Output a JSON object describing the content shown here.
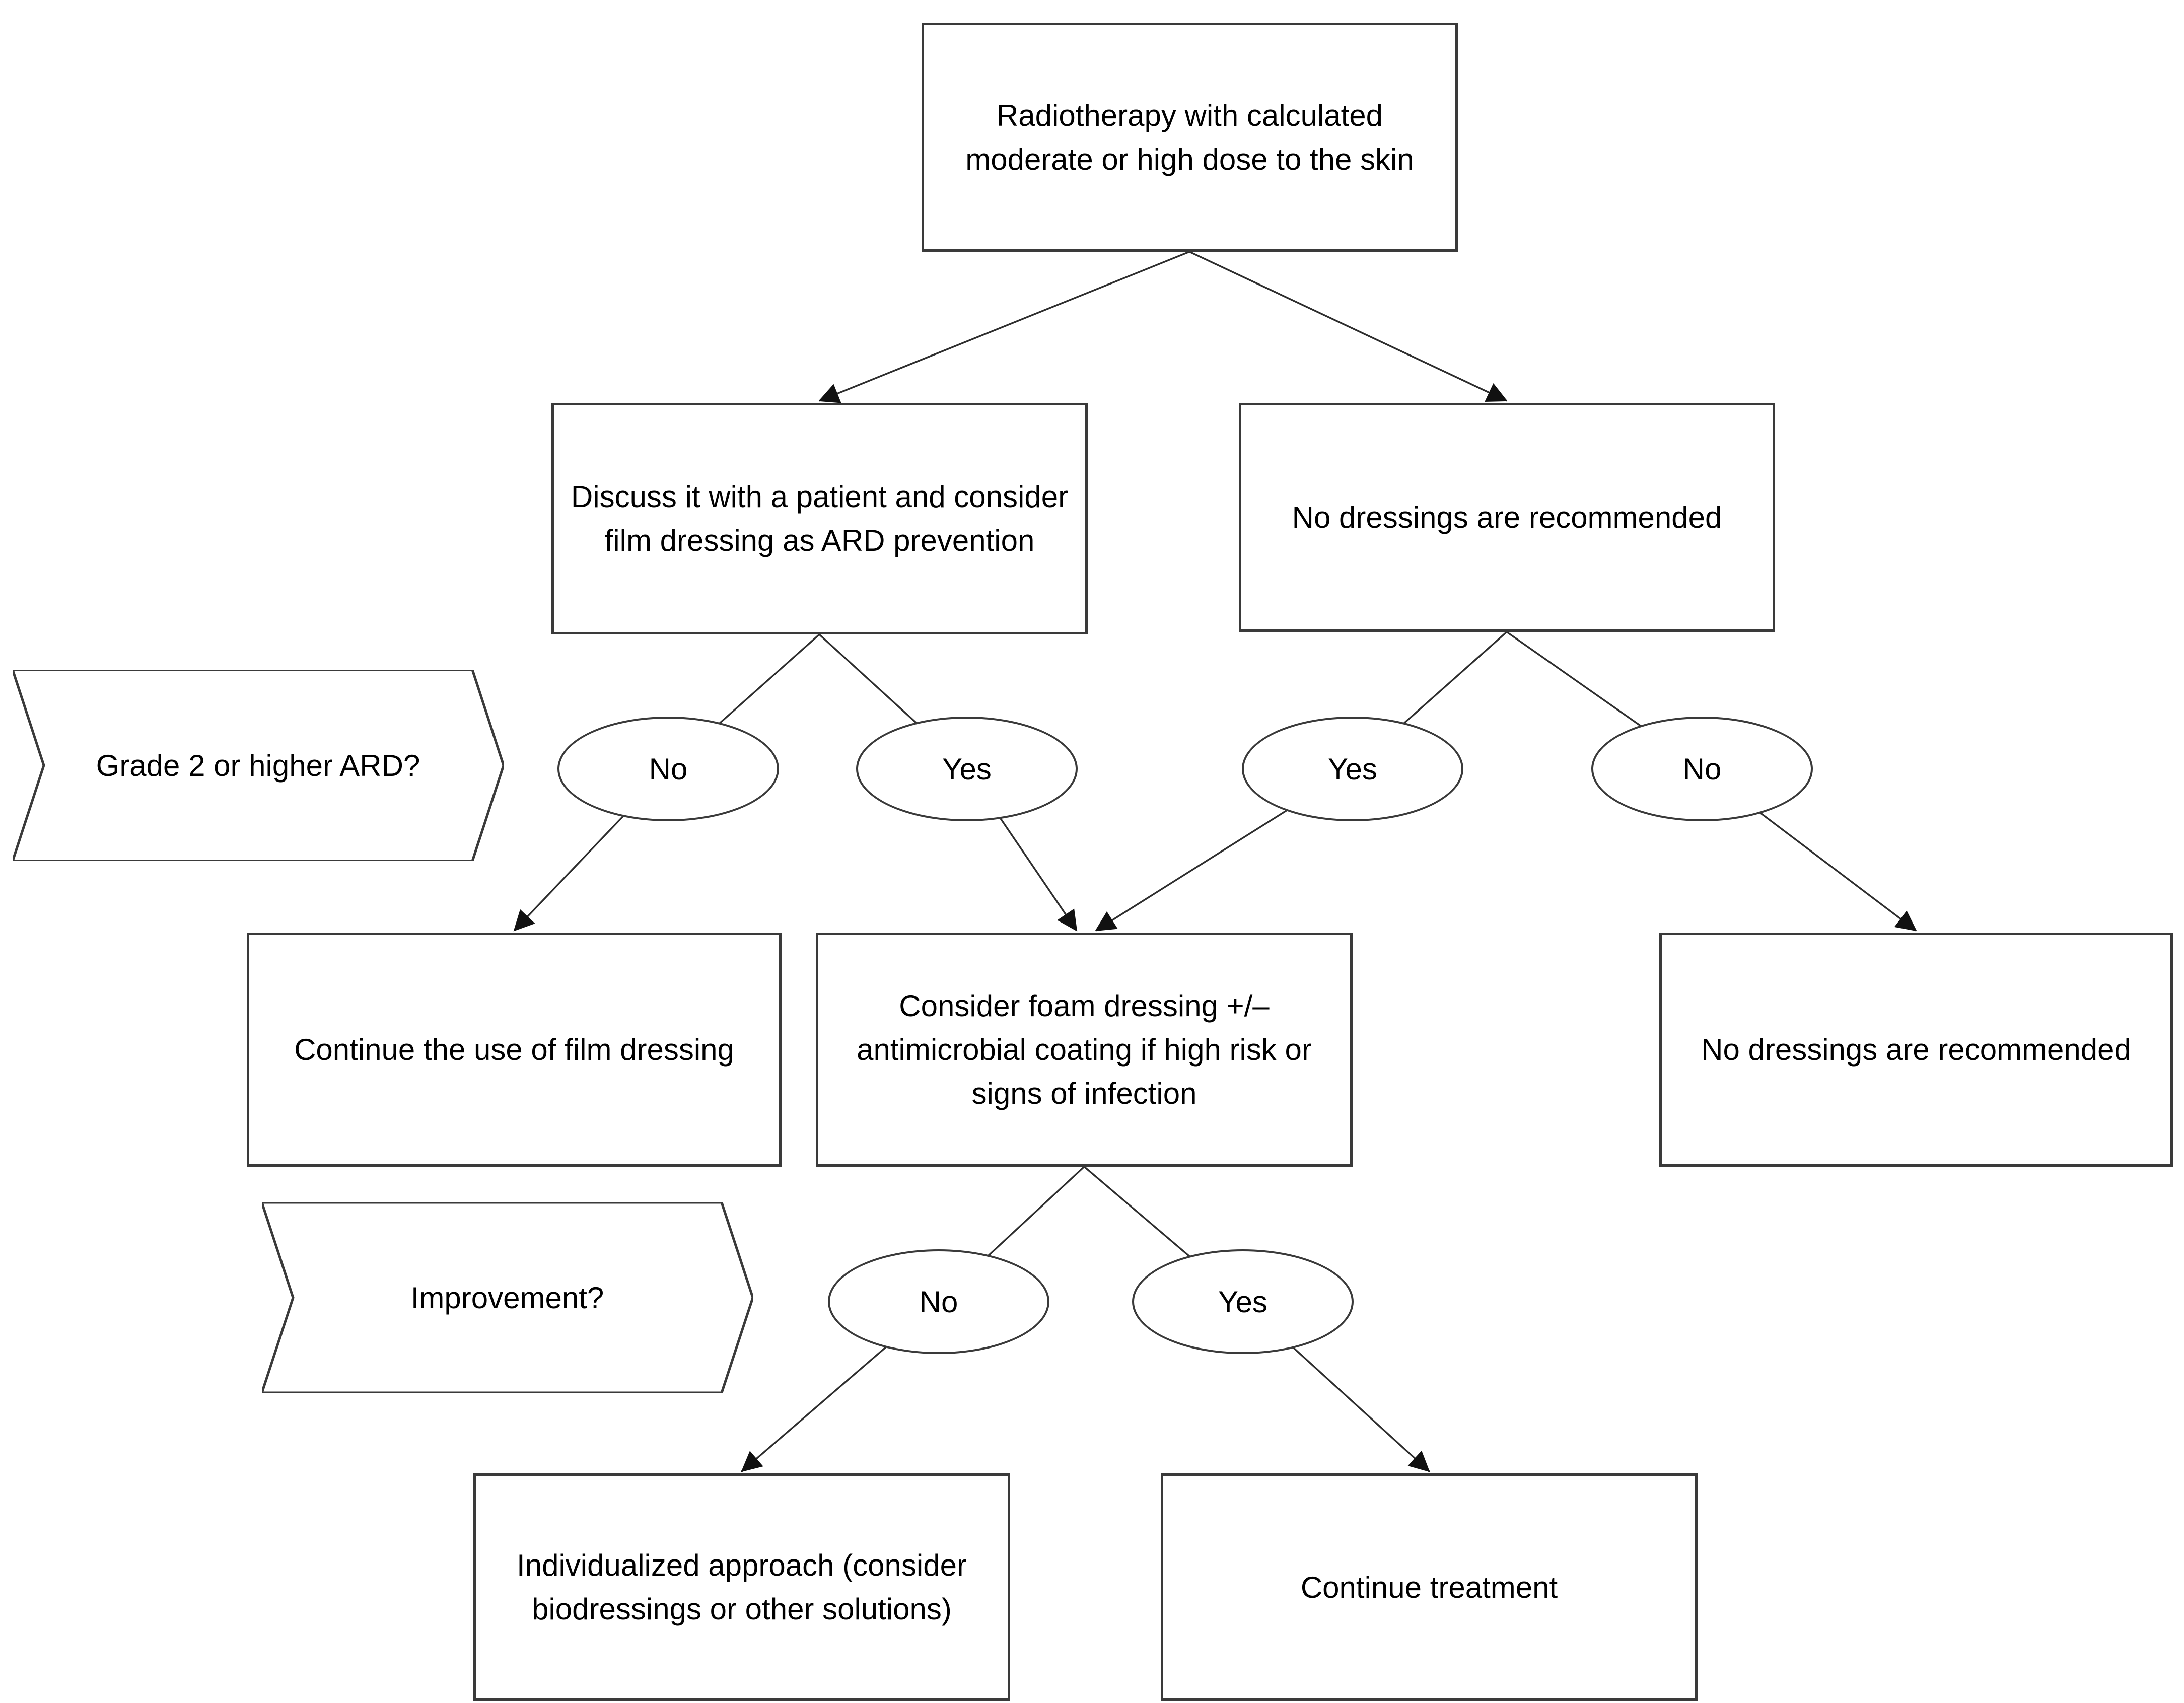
{
  "diagram": {
    "type": "flowchart",
    "colors": {
      "background": "#ffffff",
      "shape_fill": "#ffffff",
      "stroke": "#3a3a3a",
      "line": "#2e2e2e",
      "text": "#000000"
    },
    "nodes": {
      "start": {
        "label": "Radiotherapy with calculated moderate or high dose to the skin"
      },
      "discuss": {
        "label": "Discuss it with a patient and consider film dressing as ARD prevention"
      },
      "no_dress_top": {
        "label": "No dressings are recommended"
      },
      "q_grade2": {
        "label": "Grade 2 or higher ARD?"
      },
      "g2_no": {
        "label": "No"
      },
      "g2_yes": {
        "label": "Yes"
      },
      "nd_yes": {
        "label": "Yes"
      },
      "nd_no": {
        "label": "No"
      },
      "continue_film": {
        "label": "Continue the use of film dressing"
      },
      "foam": {
        "label": "Consider foam dressing +/– antimicrobial coating if high risk or signs of infection"
      },
      "no_dress_right": {
        "label": "No dressings are recommended"
      },
      "q_improve": {
        "label": "Improvement?"
      },
      "imp_no": {
        "label": "No"
      },
      "imp_yes": {
        "label": "Yes"
      },
      "individualized": {
        "label": "Individualized approach (consider biodressings or other solutions)"
      },
      "continue_treatment": {
        "label": "Continue treatment"
      }
    },
    "edges": [
      {
        "from": "start",
        "to": "discuss",
        "arrow": true
      },
      {
        "from": "start",
        "to": "no_dress_top",
        "arrow": true
      },
      {
        "from": "discuss",
        "to": "g2_no",
        "arrow": false
      },
      {
        "from": "discuss",
        "to": "g2_yes",
        "arrow": false
      },
      {
        "from": "no_dress_top",
        "to": "nd_yes",
        "arrow": false
      },
      {
        "from": "no_dress_top",
        "to": "nd_no",
        "arrow": false
      },
      {
        "from": "g2_no",
        "to": "continue_film",
        "arrow": true
      },
      {
        "from": "g2_yes",
        "to": "foam",
        "arrow": true
      },
      {
        "from": "nd_yes",
        "to": "foam",
        "arrow": true
      },
      {
        "from": "nd_no",
        "to": "no_dress_right",
        "arrow": true
      },
      {
        "from": "foam",
        "to": "imp_no",
        "arrow": false
      },
      {
        "from": "foam",
        "to": "imp_yes",
        "arrow": false
      },
      {
        "from": "imp_no",
        "to": "individualized",
        "arrow": true
      },
      {
        "from": "imp_yes",
        "to": "continue_treatment",
        "arrow": true
      }
    ]
  }
}
